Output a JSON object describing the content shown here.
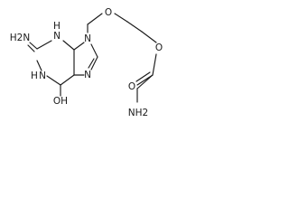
{
  "molecule": {
    "atom_labels": {
      "amino_2": "H2N",
      "n3_h": "H",
      "n3": "N",
      "n1_h": "H",
      "n1": "N",
      "oh_6": "OH",
      "n9": "N",
      "n7": "N",
      "ether_o": "O",
      "ester_o": "O",
      "carbonyl_o": "O",
      "amino_gly": "NH2"
    }
  }
}
